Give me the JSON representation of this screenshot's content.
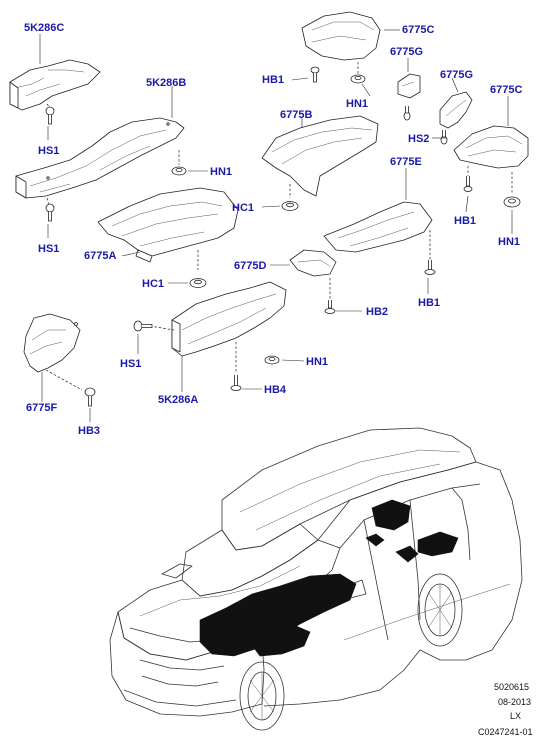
{
  "callouts": [
    {
      "key": "c01",
      "text": "5K286C"
    },
    {
      "key": "c02",
      "text": "6775C"
    },
    {
      "key": "c03",
      "text": "6775G"
    },
    {
      "key": "c04",
      "text": "HB1"
    },
    {
      "key": "c05",
      "text": "6775G"
    },
    {
      "key": "c06",
      "text": "6775C"
    },
    {
      "key": "c07",
      "text": "HN1"
    },
    {
      "key": "c08",
      "text": "5K286B"
    },
    {
      "key": "c09",
      "text": "HS1"
    },
    {
      "key": "c10",
      "text": "6775B"
    },
    {
      "key": "c11",
      "text": "HS2"
    },
    {
      "key": "c12",
      "text": "6775E"
    },
    {
      "key": "c13",
      "text": "HN1"
    },
    {
      "key": "c14",
      "text": "HC1"
    },
    {
      "key": "c15",
      "text": "HB1"
    },
    {
      "key": "c16",
      "text": "HN1"
    },
    {
      "key": "c17",
      "text": "HS1"
    },
    {
      "key": "c18",
      "text": "6775A"
    },
    {
      "key": "c19",
      "text": "6775D"
    },
    {
      "key": "c20",
      "text": "HC1"
    },
    {
      "key": "c21",
      "text": "HB1"
    },
    {
      "key": "c22",
      "text": "HB2"
    },
    {
      "key": "c23",
      "text": "HS1"
    },
    {
      "key": "c24",
      "text": "HN1"
    },
    {
      "key": "c25",
      "text": "HB4"
    },
    {
      "key": "c26",
      "text": "5K286A"
    },
    {
      "key": "c27",
      "text": "6775F"
    },
    {
      "key": "c28",
      "text": "HB3"
    }
  ],
  "footer": {
    "code": "5020615",
    "date": "08-2013",
    "region": "LX",
    "illustration_id": "C0247241-01"
  },
  "colors": {
    "callout_text": "#1a1aa8",
    "line_art": "#222222",
    "highlight_fill": "#111111",
    "background": "#ffffff"
  }
}
